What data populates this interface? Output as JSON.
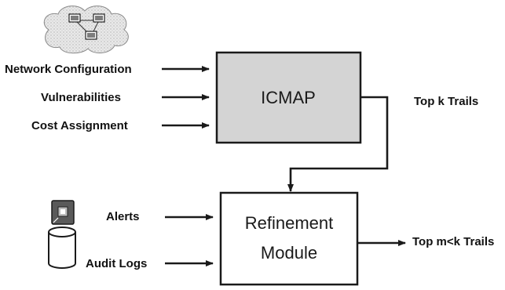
{
  "inputs": {
    "network_configuration": "Network Configuration",
    "vulnerabilities": "Vulnerabilities",
    "cost_assignment": "Cost Assignment",
    "alerts": "Alerts",
    "audit_logs": "Audit Logs"
  },
  "boxes": {
    "icmap": "ICMAP",
    "refinement_line1": "Refinement",
    "refinement_line2": "Module"
  },
  "outputs": {
    "top_k_trails": "Top k Trails",
    "top_m_k_trails": "Top m<k Trails"
  },
  "icons": {
    "network": "network-cloud-icon",
    "alerts": "alert-box-icon",
    "audit_logs": "database-cylinder-icon"
  },
  "colors": {
    "icmap_fill": "#d4d4d4",
    "line": "#1a1a1a"
  }
}
